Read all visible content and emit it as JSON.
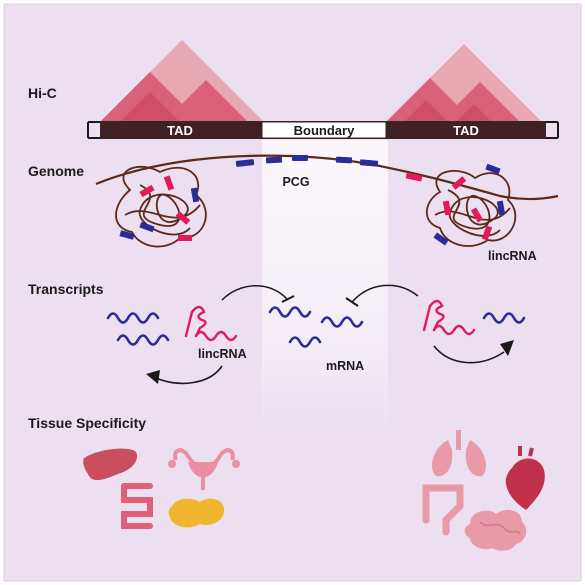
{
  "labels": {
    "hic": "Hi-C",
    "genome": "Genome",
    "transcripts": "Transcripts",
    "tissue": "Tissue Specificity"
  },
  "bar": {
    "tad_left": "TAD",
    "boundary": "Boundary",
    "tad_right": "TAD"
  },
  "genome": {
    "pcg": "PCG",
    "lincrna": "lincRNA"
  },
  "transcripts": {
    "lincrna": "lincRNA",
    "mrna": "mRNA"
  },
  "colors": {
    "background": "#ecdff0",
    "tad_bar": "#3f2024",
    "pink_dark": "#d95f77",
    "pink_light": "#e99aa8",
    "lincrna": "#e2195b",
    "pcg": "#2b2b9a",
    "chromatin": "#5a2a1a"
  },
  "icons": {
    "left_tissues": [
      "liver-icon",
      "uterus-icon",
      "intestine-icon",
      "pancreas-icon"
    ],
    "right_tissues": [
      "lungs-icon",
      "heart-icon",
      "colon-icon",
      "brain-icon"
    ]
  }
}
